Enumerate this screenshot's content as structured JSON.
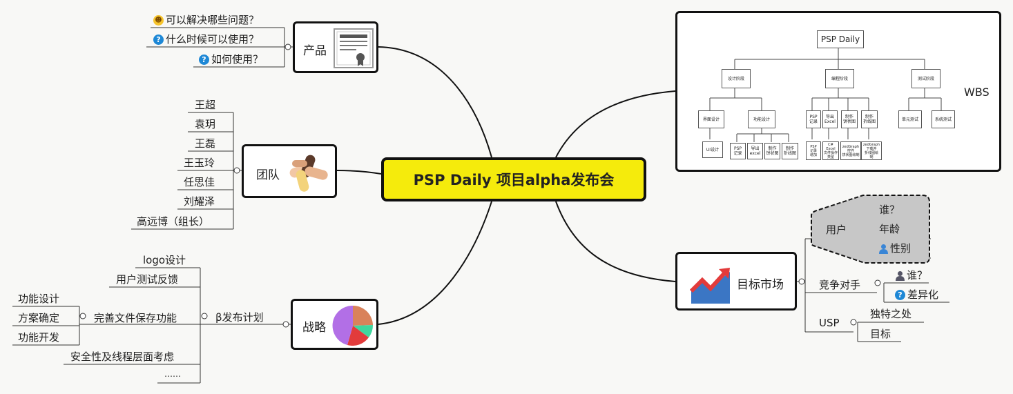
{
  "central": {
    "title": "PSP Daily 项目alpha发布会"
  },
  "product": {
    "label": "产品",
    "items": [
      "可以解决哪些问题？",
      "什么时候可以使用？",
      "如何使用？"
    ]
  },
  "team": {
    "label": "团队",
    "members": [
      "王超",
      "袁玥",
      "王磊",
      "王玉玲",
      "任思佳",
      "刘耀泽",
      "高远博（组长）"
    ]
  },
  "strategy": {
    "label": "战略",
    "plan_label": "β发布计划",
    "plan_items": [
      "logo设计",
      "用户测试反馈",
      "完善文件保存功能",
      "安全性及线程层面考虑",
      "……"
    ],
    "save_subitems": [
      "功能设计",
      "方案确定",
      "功能开发"
    ]
  },
  "wbs": {
    "label": "WBS",
    "root": "PSP Daily",
    "phases": [
      "设计阶段",
      "编程阶段",
      "测试阶段"
    ],
    "design_children": [
      "界面设计",
      "功能设计"
    ],
    "ui_leaf": "UI设计",
    "func_leaves": [
      "PSP\n记录",
      "导出\nexcel",
      "制作\n饼状图",
      "制作\n折线图"
    ],
    "coding_children": [
      "PSP\n记录",
      "导出\nExcel",
      "制作\n饼状图",
      "制作\n折线图"
    ],
    "coding_leaves": [
      "PSP\n记录\n增加",
      "C#\nExcel\n文件操作\n类型",
      "zedGraph\n控件\n饼状图绘制",
      "zedGraph\n下载并\n折线图绘\n制"
    ],
    "test_children": [
      "单元测试",
      "系统测试"
    ]
  },
  "market": {
    "label": "目标市场",
    "user": {
      "label": "用户",
      "items": [
        "谁？",
        "年龄",
        "性别"
      ]
    },
    "competitor": {
      "label": "竞争对手",
      "items": [
        "谁？",
        "差异化"
      ]
    },
    "usp": {
      "label": "USP",
      "items": [
        "独特之处",
        "目标"
      ]
    }
  },
  "colors": {
    "central_fill": "#f5eb0c",
    "pie": [
      "#d9825b",
      "#3fd69e",
      "#e23b3b",
      "#b26fe6"
    ]
  }
}
